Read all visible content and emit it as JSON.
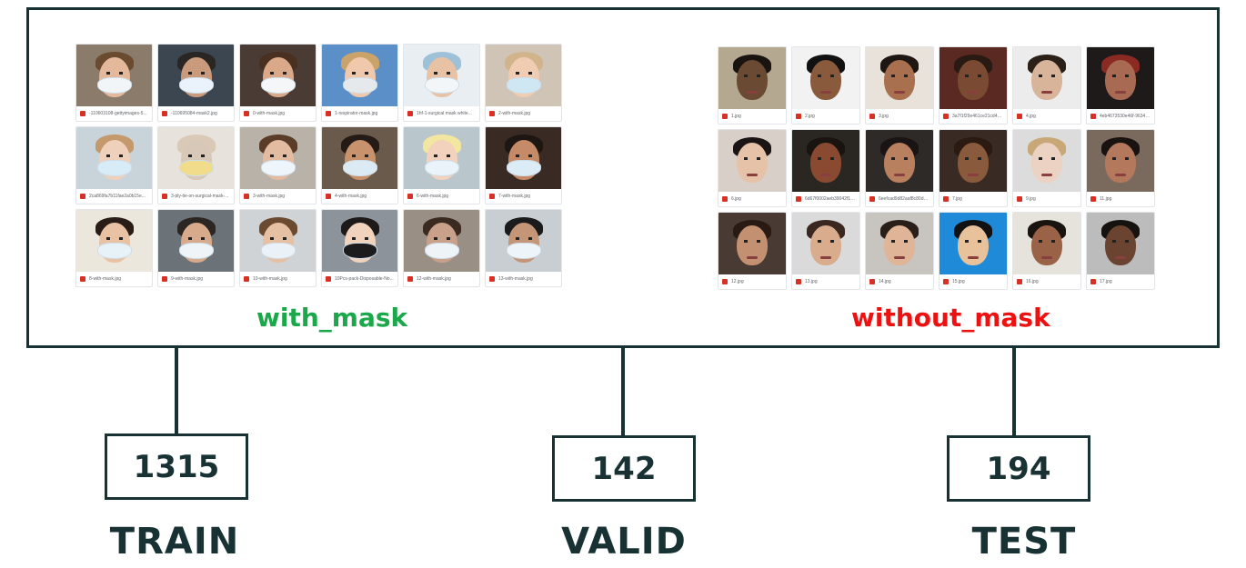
{
  "panel": {
    "with_mask": {
      "caption": "with_mask",
      "color": "#1aa84a",
      "files": [
        "-110603108-gettyimages-5...",
        "-110695084-mask2.jpg",
        "0-with-mask.jpg",
        "1-respirator-mask.jpg",
        "1hf-1-surgical mask white...",
        "2-with-mask.jpg",
        "2ca869fa7b11fae2a0b15e...",
        "3-ply-tie-on-surgical-mask-...",
        "3-with-mask.jpg",
        "4-with-mask.jpg",
        "6-with-mask.jpg",
        "7-with-mask.jpg",
        "8-with-mask.jpg",
        "9-with-mask.jpg",
        "10-with-mask.jpg",
        "10Pcs-pack-Disposable-No...",
        "12-with-mask.jpg",
        "13-with-mask.jpg"
      ]
    },
    "without_mask": {
      "caption": "without_mask",
      "color": "#ee1111",
      "files": [
        "1.jpg",
        "2.jpg",
        "3.jpg",
        "3a7f1f29e461ce21cd446b...",
        "4.jpg",
        "4eb4673530e46f-9634b1...",
        "6.jpg",
        "6d67f0002aeb39042f1f60...",
        "6eefcad9d82aaf8c80d1b...",
        "7.jpg",
        "9.jpg",
        "11.jpg",
        "12.jpg",
        "13.jpg",
        "14.jpg",
        "15.jpg",
        "16.jpg",
        "17.jpg"
      ]
    }
  },
  "splits": [
    {
      "count": "1315",
      "label": "TRAIN"
    },
    {
      "count": "142",
      "label": "VALID"
    },
    {
      "count": "194",
      "label": "TEST"
    }
  ],
  "colors": {
    "frame": "#183234",
    "file_icon": "#d93025"
  }
}
